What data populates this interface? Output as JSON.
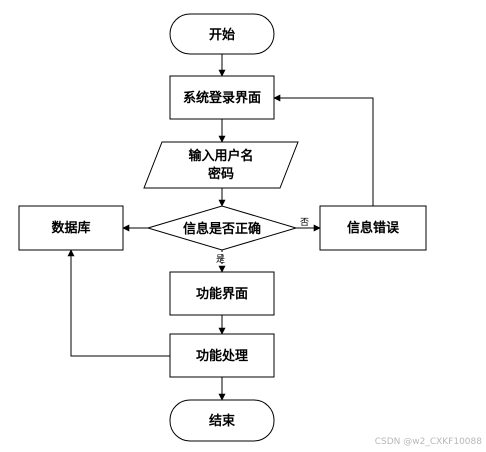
{
  "nodes": {
    "start": "开始",
    "login": "系统登录界面",
    "input_line1": "输入用户名",
    "input_line2": "密码",
    "decision": "信息是否正确",
    "database": "数据库",
    "error": "信息错误",
    "function_ui": "功能界面",
    "function_proc": "功能处理",
    "end": "结束"
  },
  "edge_labels": {
    "no": "否",
    "yes": "是"
  },
  "watermark": "CSDN @w2_CXKF10088"
}
